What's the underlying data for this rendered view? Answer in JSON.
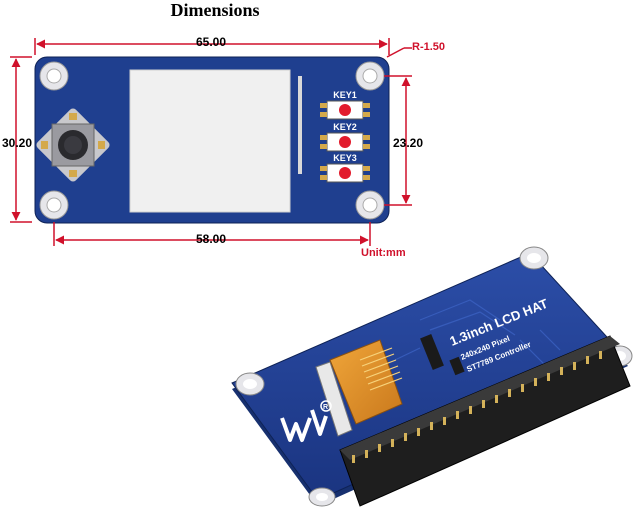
{
  "title": "Dimensions",
  "dimensions": {
    "width": "65.00",
    "height": "30.20",
    "hole_span_x": "58.00",
    "hole_span_y": "23.20",
    "corner_radius": "R-1.50",
    "unit": "Unit:mm"
  },
  "board": {
    "keys": [
      "KEY1",
      "KEY2",
      "KEY3"
    ],
    "silkscreen_title": "1.3inch LCD HAT",
    "silkscreen_line2": "240x240 Pixel",
    "silkscreen_line3": "ST7789 Controller"
  },
  "colors": {
    "pcb_blue": "#1f3f8f",
    "dimension_red": "#d0112b",
    "key_red": "#e21b2c",
    "hole_silver": "#e6e6ea",
    "lcd_white": "#f0f0f0"
  }
}
